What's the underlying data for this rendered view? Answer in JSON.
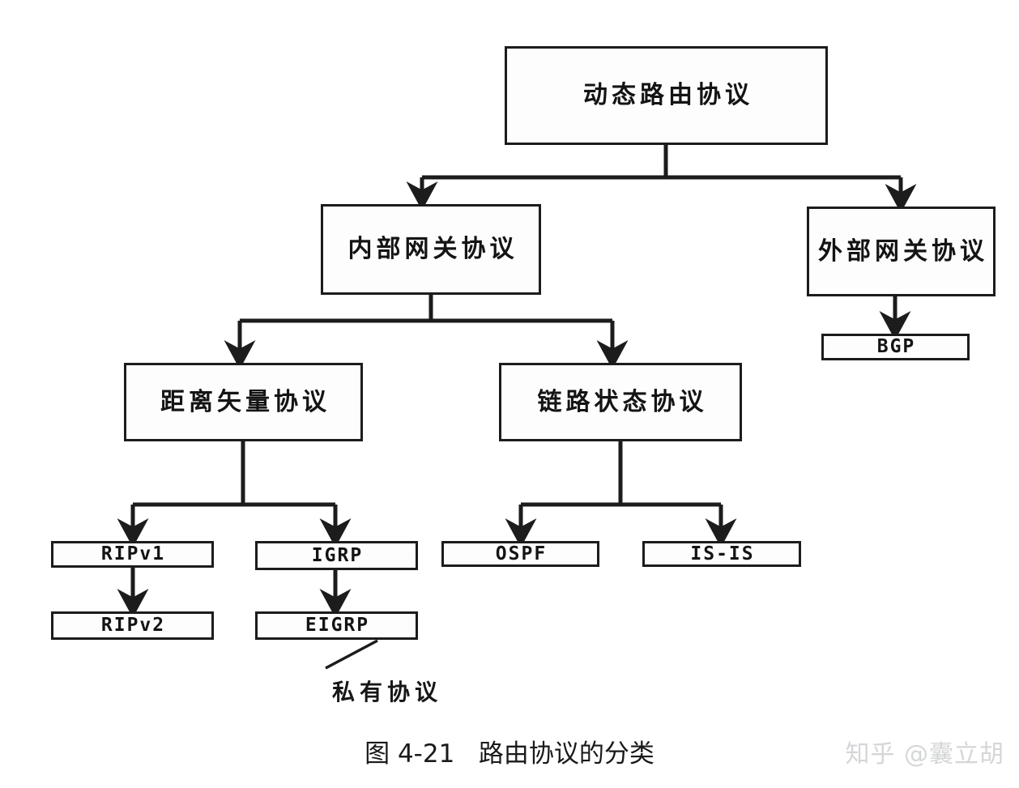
{
  "figure": {
    "caption": "图 4-21   路由协议的分类",
    "watermark": "知乎 @囊立胡",
    "colors": {
      "background": "#ffffff",
      "box_border": "#1c1c1c",
      "box_fill": "#fdfdfd",
      "text": "#141414",
      "connector": "#1c1c1c",
      "watermark": "#d4d6d8"
    }
  },
  "diagram": {
    "type": "tree",
    "title": "路由协议的分类",
    "nodes": {
      "root": {
        "label": "动态路由协议",
        "level": 0
      },
      "igp": {
        "label": "内部网关协议",
        "level": 1
      },
      "egp": {
        "label": "外部网关协议",
        "level": 1
      },
      "dv": {
        "label": "距离矢量协议",
        "level": 2
      },
      "ls": {
        "label": "链路状态协议",
        "level": 2
      },
      "bgp": {
        "label": "BGP",
        "level": 2
      },
      "ripv1": {
        "label": "RIPv1",
        "level": 3
      },
      "ripv2": {
        "label": "RIPv2",
        "level": 4
      },
      "igrp": {
        "label": "IGRP",
        "level": 3
      },
      "eigrp": {
        "label": "EIGRP",
        "level": 4
      },
      "ospf": {
        "label": "OSPF",
        "level": 3
      },
      "isis": {
        "label": "IS-IS",
        "level": 3
      }
    },
    "edges": [
      {
        "from": "root",
        "to": "igp"
      },
      {
        "from": "root",
        "to": "egp"
      },
      {
        "from": "igp",
        "to": "dv"
      },
      {
        "from": "igp",
        "to": "ls"
      },
      {
        "from": "egp",
        "to": "bgp"
      },
      {
        "from": "dv",
        "to": "ripv1"
      },
      {
        "from": "dv",
        "to": "igrp"
      },
      {
        "from": "ripv1",
        "to": "ripv2"
      },
      {
        "from": "igrp",
        "to": "eigrp"
      },
      {
        "from": "ls",
        "to": "ospf"
      },
      {
        "from": "ls",
        "to": "isis"
      }
    ],
    "annotations": [
      {
        "label": "私有协议",
        "points_to": "eigrp"
      }
    ]
  }
}
